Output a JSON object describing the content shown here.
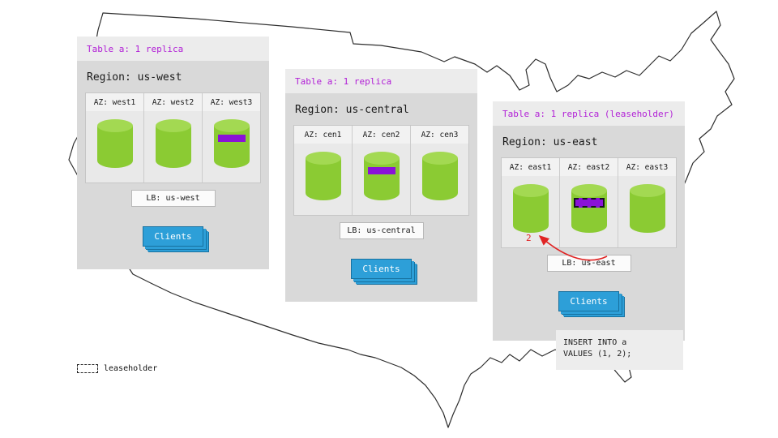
{
  "legend": {
    "label": "leaseholder"
  },
  "panels": [
    {
      "table_label": "Table a: 1 replica",
      "region_label": "Region: us-west",
      "azs": [
        {
          "label": "AZ: west1",
          "marker": "none"
        },
        {
          "label": "AZ: west2",
          "marker": "none"
        },
        {
          "label": "AZ: west3",
          "marker": "replica"
        }
      ],
      "lb_label": "LB: us-west",
      "clients_label": "Clients"
    },
    {
      "table_label": "Table a: 1 replica",
      "region_label": "Region: us-central",
      "azs": [
        {
          "label": "AZ: cen1",
          "marker": "none"
        },
        {
          "label": "AZ: cen2",
          "marker": "replica"
        },
        {
          "label": "AZ: cen3",
          "marker": "none"
        }
      ],
      "lb_label": "LB: us-central",
      "clients_label": "Clients"
    },
    {
      "table_label": "Table a: 1 replica (leaseholder)",
      "region_label": "Region: us-east",
      "azs": [
        {
          "label": "AZ: east1",
          "marker": "none"
        },
        {
          "label": "AZ: east2",
          "marker": "leaseholder"
        },
        {
          "label": "AZ: east3",
          "marker": "none"
        }
      ],
      "lb_label": "LB: us-east",
      "clients_label": "Clients",
      "annotation_number": "2",
      "sql_lines": [
        "INSERT INTO a",
        "VALUES (1, 2);"
      ]
    }
  ],
  "colors": {
    "replica_green": "#8bcb33",
    "replica_green_top": "#a3d952",
    "marker_purple": "#8a12d8",
    "table_label_magenta": "#b11fd6",
    "clients_blue": "#2d9fd8",
    "annotation_red": "#e02424"
  }
}
